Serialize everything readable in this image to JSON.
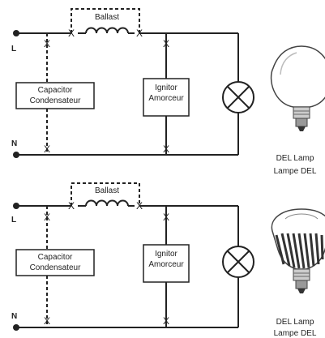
{
  "circuits": [
    {
      "line_label": "L",
      "neutral_label": "N",
      "ballast_label": "Ballast",
      "capacitor_label_en": "Capacitor",
      "capacitor_label_fr": "Condensateur",
      "ignitor_label_en": "Ignitor",
      "ignitor_label_fr": "Amorceur",
      "cut_mark": "X",
      "lamp_caption_en": "DEL Lamp",
      "lamp_caption_fr": "Lampe DEL"
    },
    {
      "line_label": "L",
      "neutral_label": "N",
      "ballast_label": "Ballast",
      "capacitor_label_en": "Capacitor",
      "capacitor_label_fr": "Condensateur",
      "ignitor_label_en": "Ignitor",
      "ignitor_label_fr": "Amorceur",
      "cut_mark": "X",
      "lamp_caption_en": "DEL Lamp",
      "lamp_caption_fr": "Lampe DEL"
    }
  ]
}
